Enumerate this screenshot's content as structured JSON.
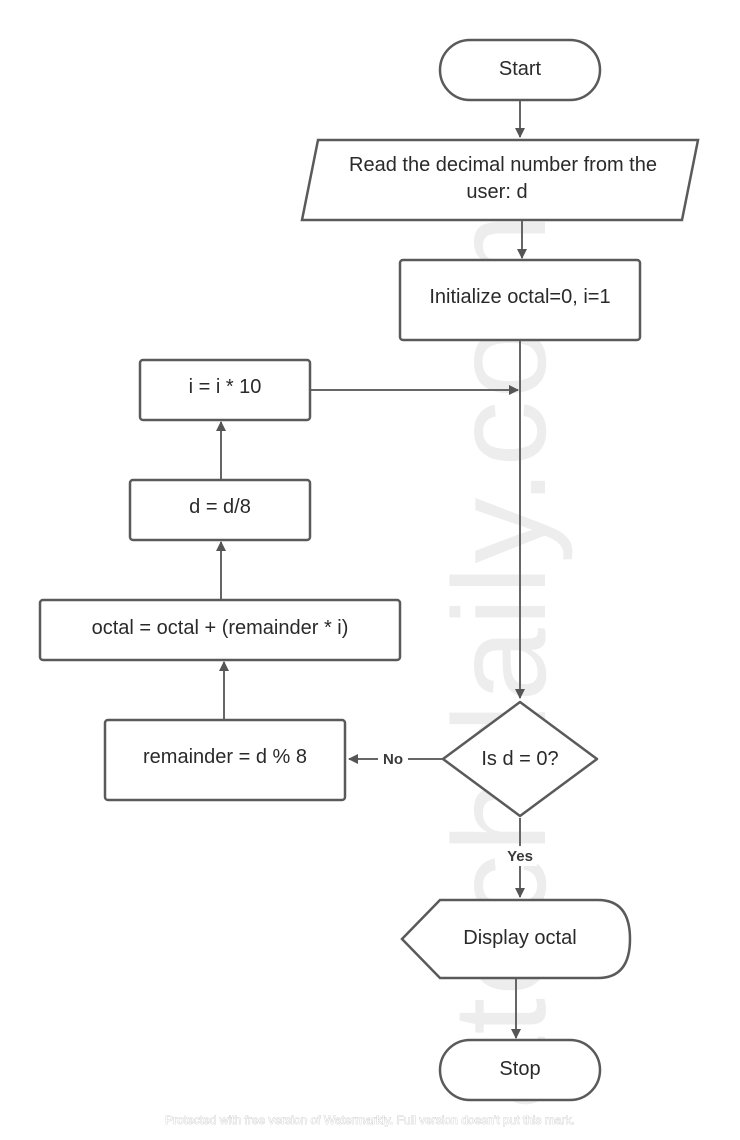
{
  "nodes": {
    "start": "Start",
    "read_input": [
      "Read the decimal number from the",
      "user: d"
    ],
    "init": "Initialize octal=0, i=1",
    "multiply_i": "i = i * 10",
    "divide_d": "d = d/8",
    "update_octal": "octal = octal + (remainder * i)",
    "remainder": "remainder = d % 8",
    "decision": "Is d = 0?",
    "display": "Display octal",
    "stop": "Stop"
  },
  "edges": {
    "no_label": "No",
    "yes_label": "Yes"
  },
  "watermark": "atechdaily.com",
  "footer": "Protected with free version of Watermarkly. Full version doesn't put this mark."
}
